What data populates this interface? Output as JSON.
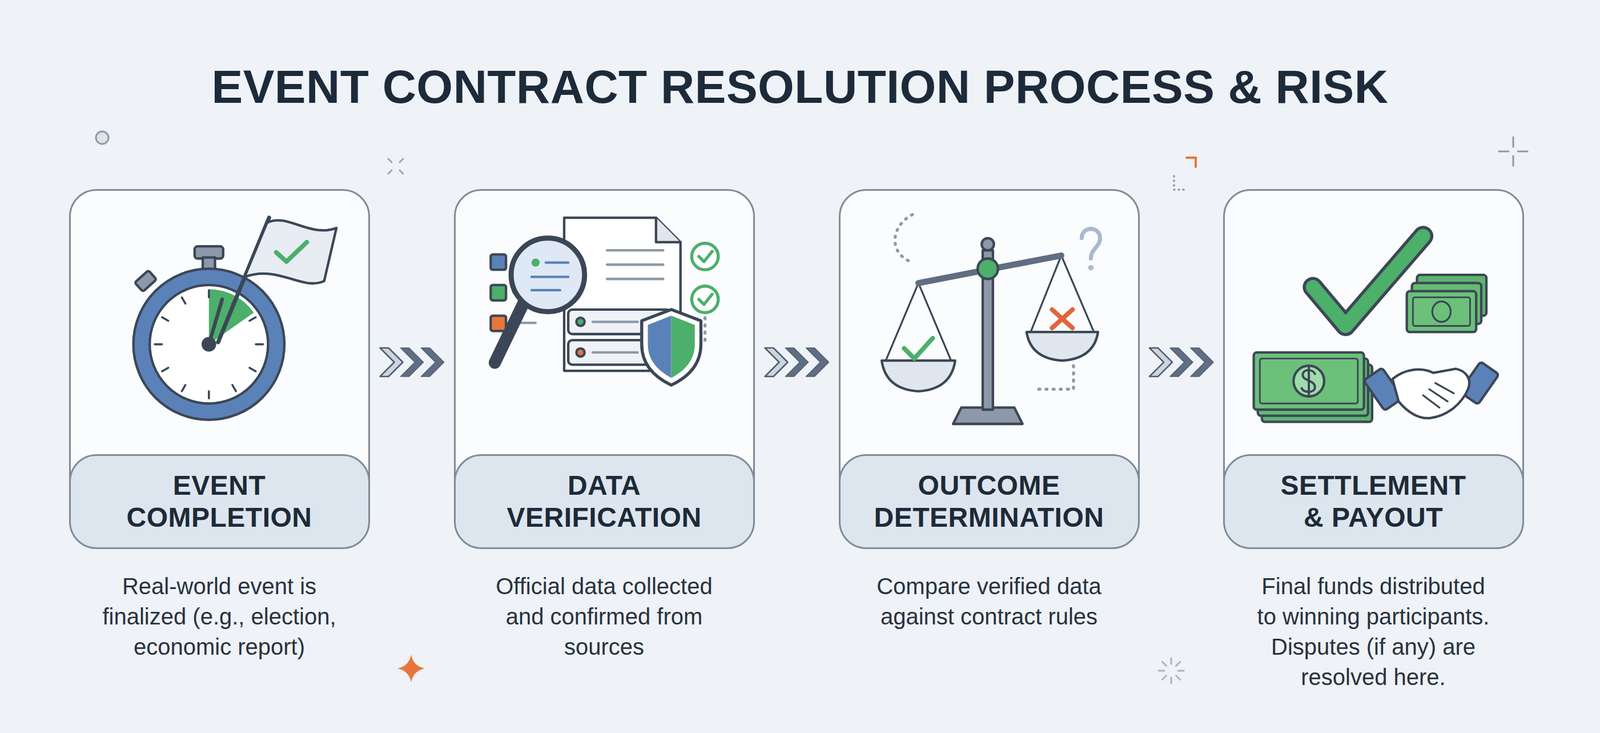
{
  "diagram": {
    "title": "EVENT CONTRACT RESOLUTION PROCESS & RISK",
    "nodes": [
      {
        "text": [
          "EVENT COMPLETION",
          "Real-world event is finalized (e.g., election, economic report)"
        ]
      },
      {
        "text": [
          "DATA VERIFICATION",
          "Official data collected and confirmed from sources"
        ]
      },
      {
        "text": [
          "OUTCOME DETERMINATION",
          "Compare verified data against contract rules"
        ]
      },
      {
        "text": [
          "SETTLEMENT & PAYOUT",
          "Final funds distributed to winning participants. Disputes (if any) are resolved here."
        ]
      }
    ],
    "edges": [
      {
        "from": 0,
        "to": 1,
        "arrow": "to"
      },
      {
        "from": 1,
        "to": 2,
        "arrow": "to"
      },
      {
        "from": 2,
        "to": 3,
        "arrow": "to"
      }
    ]
  }
}
